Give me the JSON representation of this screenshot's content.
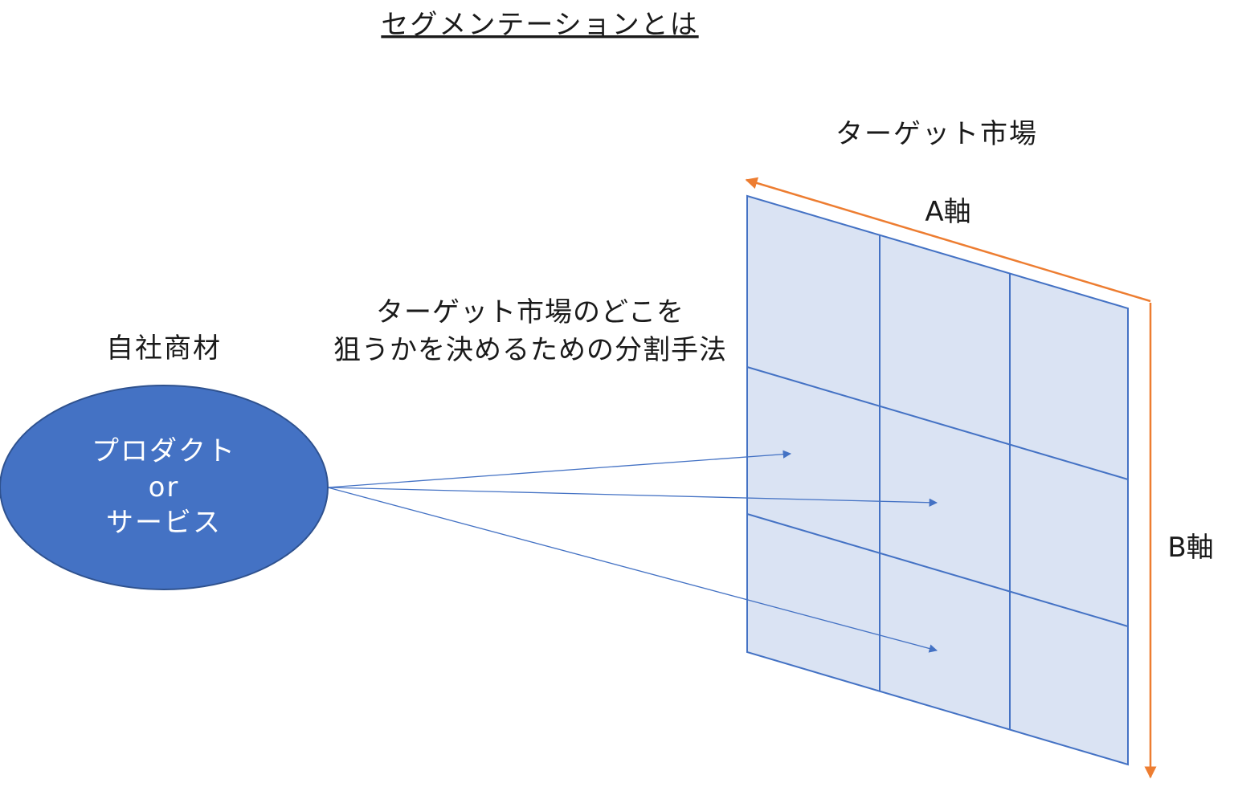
{
  "title": "セグメンテーションとは",
  "target_market_label": "ターゲット市場",
  "a_axis_label": "A軸",
  "b_axis_label": "B軸",
  "description": {
    "line1": "ターゲット市場のどこを",
    "line2": "狙うかを決めるための分割手法"
  },
  "company_product_label": "自社商材",
  "product_ellipse": {
    "line1": "プロダクト",
    "line2": "or",
    "line3": "サービス"
  },
  "colors": {
    "ellipse_fill": "#4472C4",
    "ellipse_stroke": "#2F528F",
    "grid_fill": "#DAE3F3",
    "grid_stroke": "#4472C4",
    "axis_arrow": "#ED7D31",
    "connector": "#4472C4"
  },
  "grid": {
    "columns": 3,
    "rows": 3
  }
}
